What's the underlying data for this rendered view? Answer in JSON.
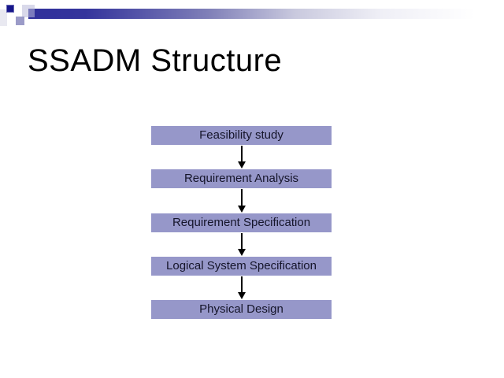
{
  "slide": {
    "title": "SSADM Structure",
    "flowchart": {
      "steps": [
        "Feasibility study",
        "Requirement Analysis",
        "Requirement Specification",
        "Logical System Specification",
        "Physical Design"
      ]
    },
    "colors": {
      "background": "#ffffff",
      "box_fill": "#9697c9",
      "box_text": "#15152a",
      "bar_navy": "#31319b",
      "square_dark_navy": "#16168a",
      "square_medium_lavender": "#9b9bc8",
      "arrow": "#000000",
      "title_text": "#000000"
    }
  }
}
